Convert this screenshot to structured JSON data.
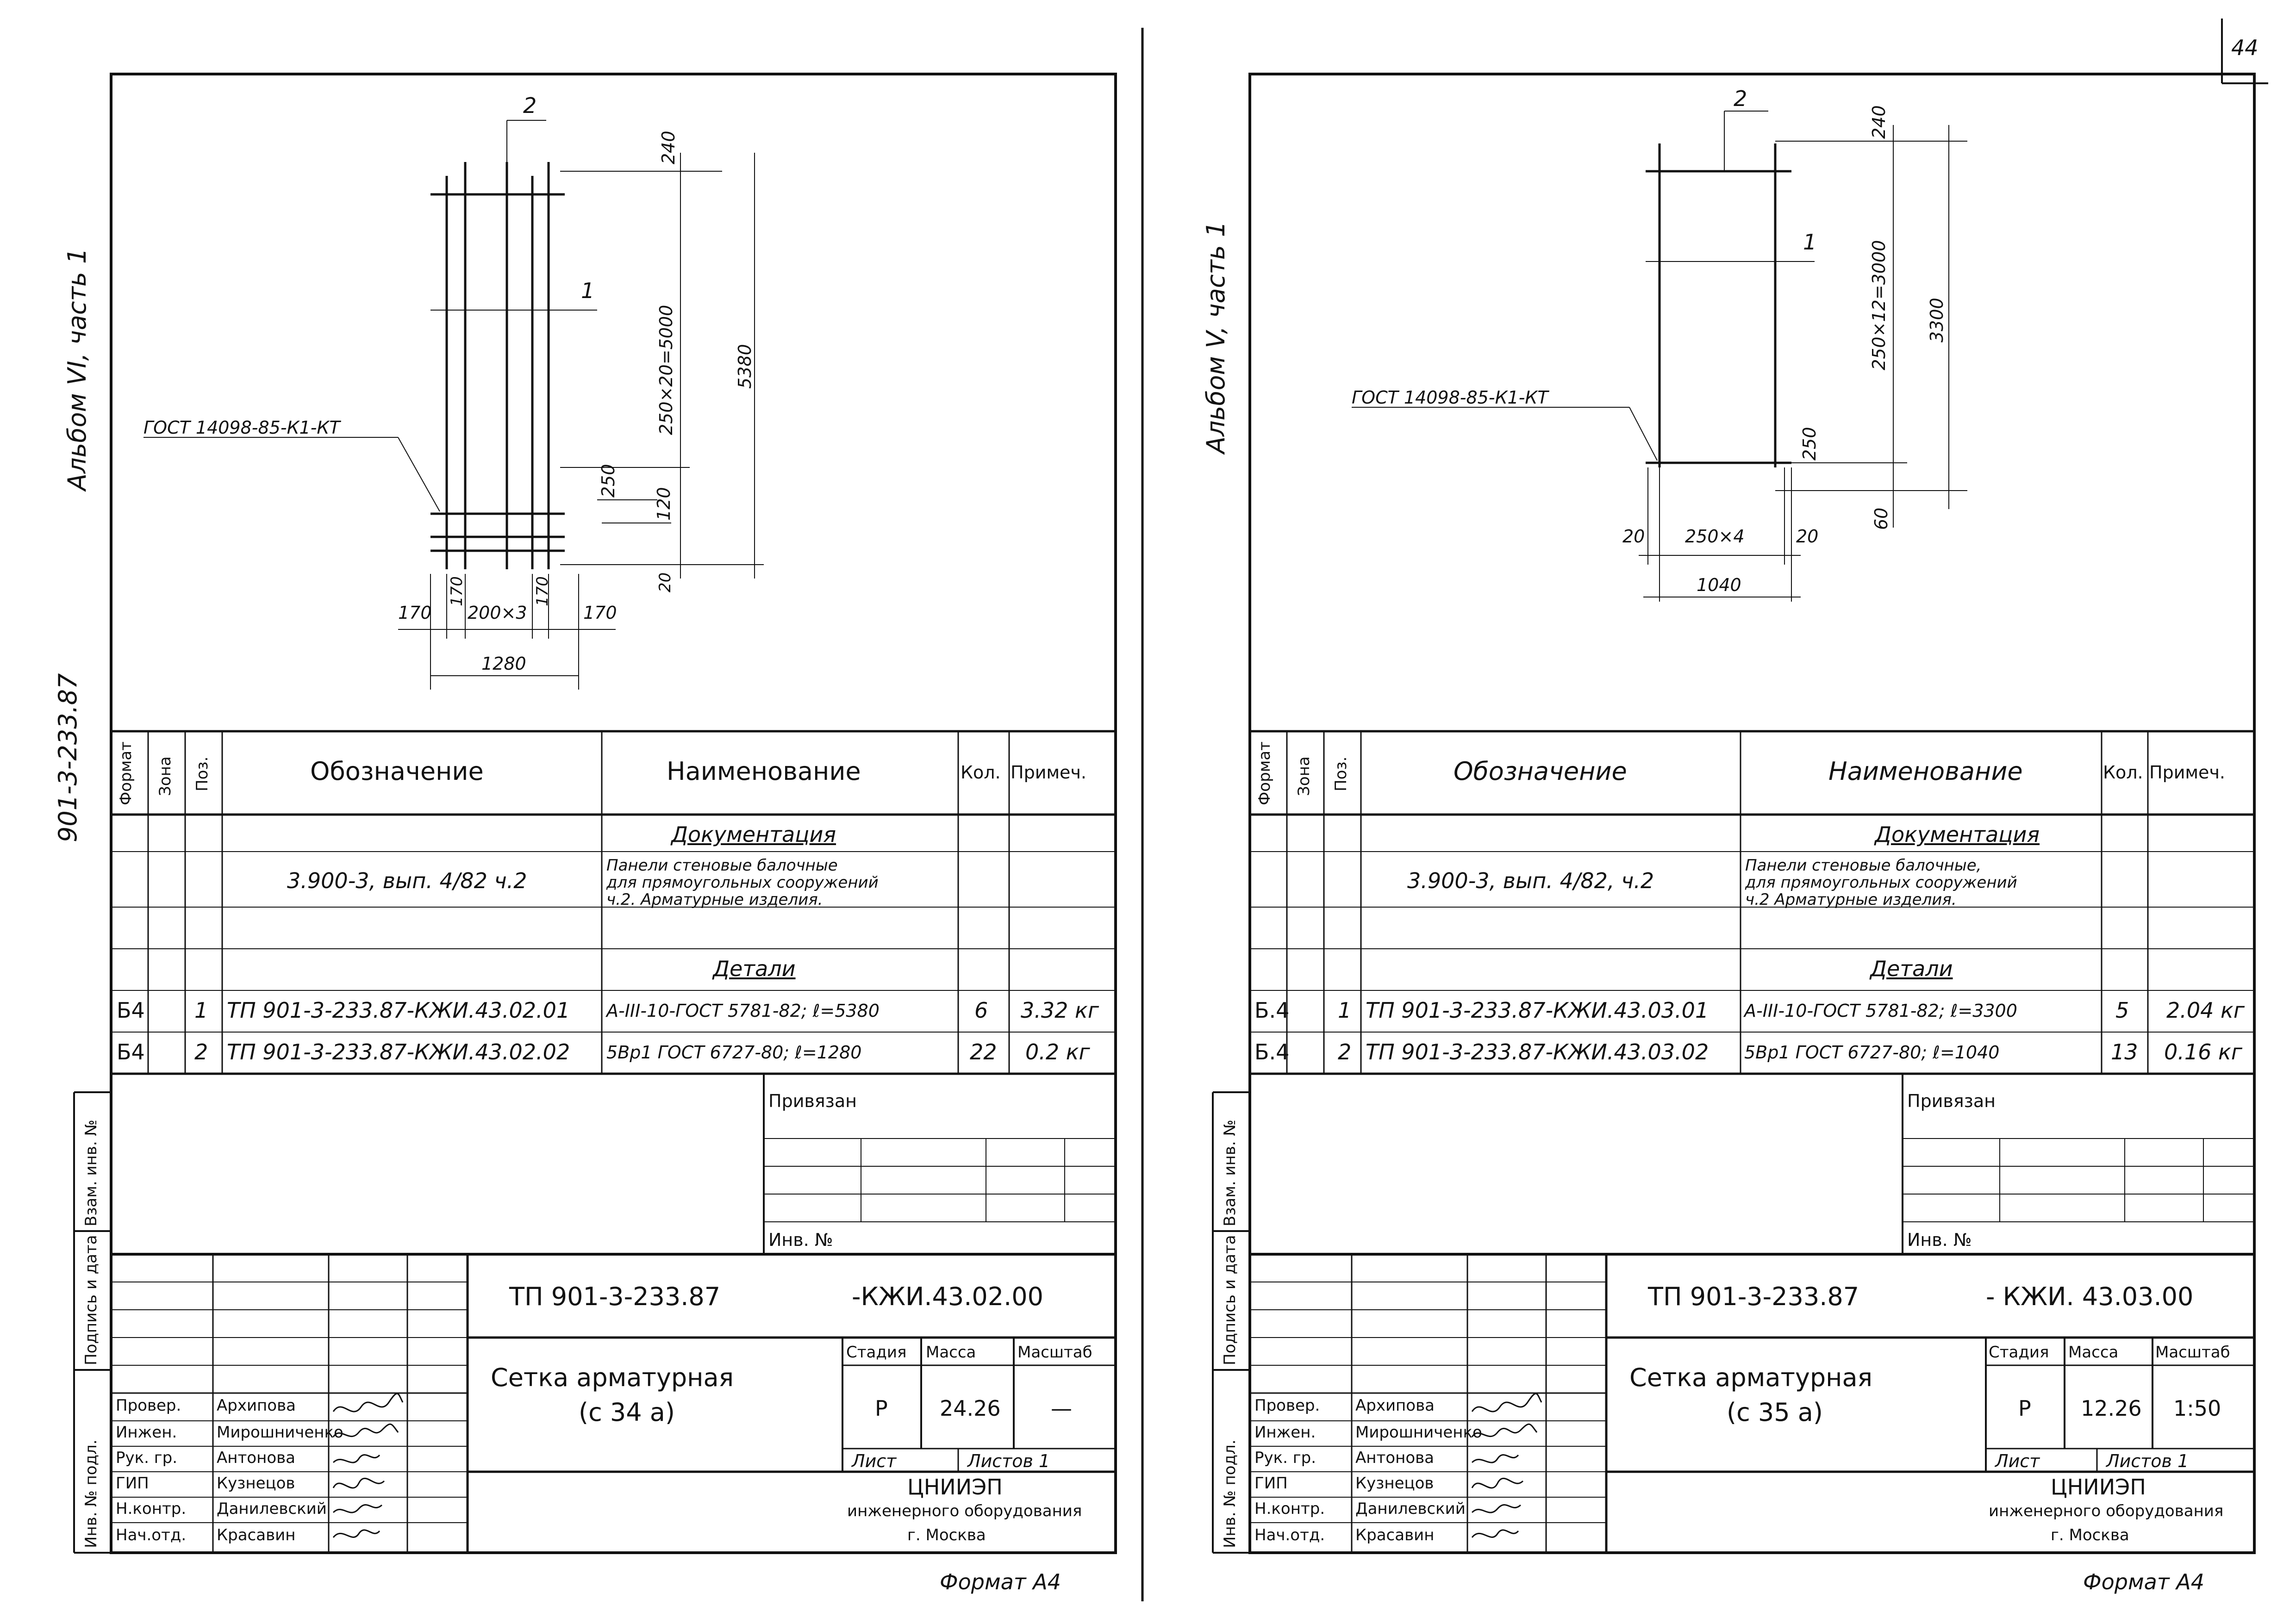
{
  "page_number": "44",
  "divider": "",
  "sheets": [
    {
      "album": "Альбом VI, часть 1",
      "project_code_margin": "901-3-233.87",
      "drawing": {
        "gost_label": "ГОСТ 14098-85-К1-КТ",
        "pos_labels": [
          "2",
          "1"
        ],
        "dims": [
          "240",
          "250×20=5000",
          "5380",
          "250",
          "120",
          "20",
          "170",
          "170",
          "200×3",
          "170",
          "170",
          "1280"
        ]
      },
      "spec": {
        "headers": [
          "Формат",
          "Зона",
          "Поз.",
          "Обозначение",
          "Наименование",
          "Кол.",
          "Примеч."
        ],
        "section_doc": "Документация",
        "doc_designation": "3.900-3, вып. 4/82 ч.2",
        "doc_name_lines": [
          "Панели стеновые балочные",
          "для прямоугольных сооружений",
          "ч.2. Арматурные изделия."
        ],
        "section_details": "Детали",
        "rows": [
          {
            "format": "Б4",
            "zone": "",
            "pos": "1",
            "designation": "ТП 901-3-233.87-КЖИ.43.02.01",
            "name": "A-III-10-ГОСТ 5781-82; ℓ=5380",
            "qty": "6",
            "note": "3.32 кг"
          },
          {
            "format": "Б4",
            "zone": "",
            "pos": "2",
            "designation": "ТП 901-3-233.87-КЖИ.43.02.02",
            "name": "5Вр1 ГОСТ 6727-80; ℓ=1280",
            "qty": "22",
            "note": "0.2 кг"
          }
        ]
      },
      "stamp": {
        "privyazan": "Привязан",
        "inv_no": "Инв. №",
        "doc_code": "ТП 901-3-233.87",
        "doc_suffix": "-КЖИ.43.02.00",
        "title_lines": [
          "Сетка арматурная",
          "(с 34 а)"
        ],
        "stage_header": "Стадия",
        "mass_header": "Масса",
        "scale_header": "Масштаб",
        "stage": "Р",
        "mass": "24.26",
        "scale": "—",
        "sheet_label": "Лист",
        "sheets_label": "Листов 1",
        "org_lines": [
          "ЦНИИЭП",
          "инженерного оборудования",
          "г. Москва"
        ],
        "signatures": [
          {
            "role": "Провер.",
            "name": "Архипова"
          },
          {
            "role": "Инжен.",
            "name": "Мирошниченко"
          },
          {
            "role": "Рук. гр.",
            "name": "Антонова"
          },
          {
            "role": "ГИП",
            "name": "Кузнецов"
          },
          {
            "role": "Н.контр.",
            "name": "Данилевский"
          },
          {
            "role": "Нач.отд.",
            "name": "Красавин"
          }
        ],
        "side_labels": [
          "Инв. № подл.",
          "Подпись и дата",
          "Взам. инв. №"
        ],
        "format": "Формат А4"
      }
    },
    {
      "album": "Альбом V, часть 1",
      "project_code_margin": "",
      "drawing": {
        "gost_label": "ГОСТ 14098-85-К1-КТ",
        "pos_labels": [
          "2",
          "1"
        ],
        "dims": [
          "240",
          "250×12=3000",
          "3300",
          "250",
          "60",
          "20",
          "250×4",
          "20",
          "1040"
        ]
      },
      "spec": {
        "headers": [
          "Формат",
          "Зона",
          "Поз.",
          "Обозначение",
          "Наименование",
          "Кол.",
          "Примеч."
        ],
        "section_doc": "Документация",
        "doc_designation": "3.900-3, вып. 4/82, ч.2",
        "doc_name_lines": [
          "Панели стеновые балочные,",
          "для прямоугольных сооружений",
          "ч.2 Арматурные изделия."
        ],
        "section_details": "Детали",
        "rows": [
          {
            "format": "Б.4",
            "zone": "",
            "pos": "1",
            "designation": "ТП 901-3-233.87-КЖИ.43.03.01",
            "name": "A-III-10-ГОСТ 5781-82; ℓ=3300",
            "qty": "5",
            "note": "2.04 кг"
          },
          {
            "format": "Б.4",
            "zone": "",
            "pos": "2",
            "designation": "ТП 901-3-233.87-КЖИ.43.03.02",
            "name": "5Вр1 ГОСТ 6727-80; ℓ=1040",
            "qty": "13",
            "note": "0.16 кг"
          }
        ]
      },
      "stamp": {
        "privyazan": "Привязан",
        "inv_no": "Инв. №",
        "doc_code": "ТП 901-3-233.87",
        "doc_suffix": "- КЖИ. 43.03.00",
        "title_lines": [
          "Сетка арматурная",
          "(с 35 а)"
        ],
        "stage_header": "Стадия",
        "mass_header": "Масса",
        "scale_header": "Масштаб",
        "stage": "Р",
        "mass": "12.26",
        "scale": "1:50",
        "sheet_label": "Лист",
        "sheets_label": "Листов 1",
        "org_lines": [
          "ЦНИИЭП",
          "инженерного оборудования",
          "г. Москва"
        ],
        "signatures": [
          {
            "role": "Провер.",
            "name": "Архипова"
          },
          {
            "role": "Инжен.",
            "name": "Мирошниченко"
          },
          {
            "role": "Рук. гр.",
            "name": "Антонова"
          },
          {
            "role": "ГИП",
            "name": "Кузнецов"
          },
          {
            "role": "Н.контр.",
            "name": "Данилевский"
          },
          {
            "role": "Нач.отд.",
            "name": "Красавин"
          }
        ],
        "side_labels": [
          "Инв. № подл.",
          "Подпись и дата",
          "Взам. инв. №"
        ],
        "format": "Формат А4"
      }
    }
  ]
}
